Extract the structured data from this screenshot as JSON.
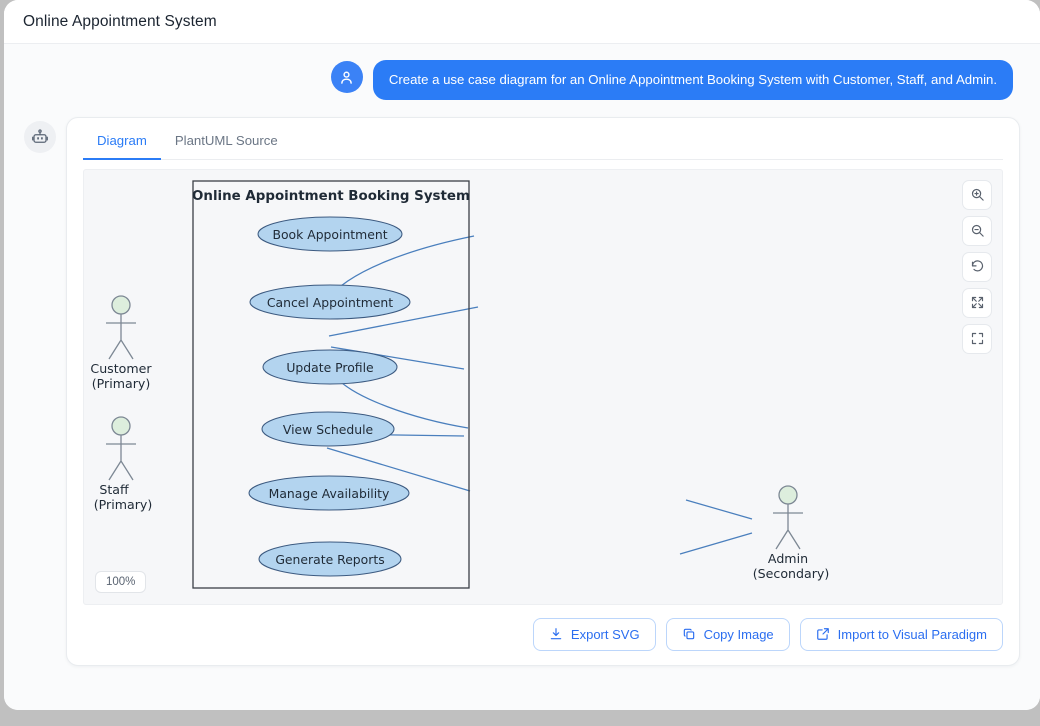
{
  "window": {
    "app_title": "Online Appointment System"
  },
  "conversation": {
    "user_message": "Create a use case diagram for an Online Appointment Booking System with Customer, Staff, and Admin.",
    "user_avatar_icon": "user-icon",
    "assistant_avatar_icon": "robot-icon"
  },
  "tabs": [
    {
      "label": "Diagram",
      "active": true
    },
    {
      "label": "PlantUML Source",
      "active": false
    }
  ],
  "viewer": {
    "zoom_level": "100%",
    "tools": [
      {
        "name": "zoom-in-icon",
        "label": "Zoom In"
      },
      {
        "name": "zoom-out-icon",
        "label": "Zoom Out"
      },
      {
        "name": "reset-icon",
        "label": "Reset"
      },
      {
        "name": "fit-screen-icon",
        "label": "Fit to Screen"
      },
      {
        "name": "fullscreen-icon",
        "label": "Fullscreen"
      }
    ]
  },
  "actions": [
    {
      "label": "Export SVG",
      "icon": "download-icon"
    },
    {
      "label": "Copy Image",
      "icon": "copy-icon"
    },
    {
      "label": "Import to Visual Paradigm",
      "icon": "external-link-icon"
    }
  ],
  "diagram": {
    "type": "uml-use-case",
    "system_boundary_title": "Online Appointment Booking System",
    "actors": [
      {
        "id": "customer",
        "name": "Customer",
        "role": "(Primary)"
      },
      {
        "id": "staff",
        "name": "Staff",
        "role": "(Primary)"
      },
      {
        "id": "admin",
        "name": "Admin",
        "role": "(Secondary)"
      }
    ],
    "use_cases": [
      {
        "id": "book",
        "label": "Book Appointment"
      },
      {
        "id": "cancel",
        "label": "Cancel Appointment"
      },
      {
        "id": "profile",
        "label": "Update Profile"
      },
      {
        "id": "schedule",
        "label": "View Schedule"
      },
      {
        "id": "availability",
        "label": "Manage Availability"
      },
      {
        "id": "reports",
        "label": "Generate Reports"
      }
    ],
    "associations": [
      {
        "actor": "customer",
        "use_case": "book"
      },
      {
        "actor": "customer",
        "use_case": "cancel"
      },
      {
        "actor": "customer",
        "use_case": "profile"
      },
      {
        "actor": "customer",
        "use_case": "schedule"
      },
      {
        "actor": "staff",
        "use_case": "schedule"
      },
      {
        "actor": "staff",
        "use_case": "availability"
      },
      {
        "actor": "admin",
        "use_case": "availability"
      },
      {
        "actor": "admin",
        "use_case": "reports"
      }
    ],
    "colors": {
      "use_case_fill": "#b3d4ef",
      "use_case_stroke": "#3c5a80",
      "actor_head_fill": "#ddeedd",
      "actor_stroke": "#7d8894",
      "link_stroke": "#4a7fbd",
      "boundary_stroke": "#3a3f46",
      "text": "#1f2a36"
    }
  }
}
